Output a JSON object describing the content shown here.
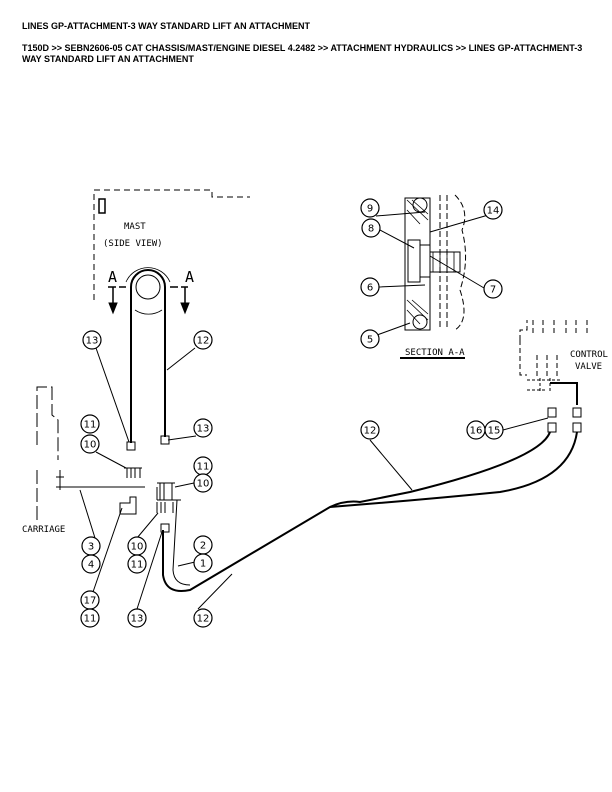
{
  "header": {
    "title": "LINES GP-ATTACHMENT-3 WAY STANDARD LIFT AN ATTACHMENT",
    "breadcrumb": "T150D >> SEBN2606-05 CAT CHASSIS/MAST/ENGINE DIESEL 4.2482 >> ATTACHMENT HYDRAULICS >> LINES GP-ATTACHMENT-3 WAY STANDARD LIFT AN ATTACHMENT"
  },
  "diagram": {
    "labels": {
      "mast": "MAST",
      "side_view": "(SIDE VIEW)",
      "section_left": "A",
      "section_right": "A",
      "carriage": "CARRIAGE",
      "section_aa": "SECTION A-A",
      "control": "CONTROL",
      "valve": "VALVE"
    },
    "callouts": [
      "9",
      "8",
      "14",
      "6",
      "7",
      "5",
      "13",
      "12",
      "11",
      "10",
      "13",
      "11",
      "10",
      "12",
      "16",
      "15",
      "3",
      "4",
      "10",
      "11",
      "2",
      "1",
      "17",
      "11",
      "13",
      "12"
    ]
  }
}
